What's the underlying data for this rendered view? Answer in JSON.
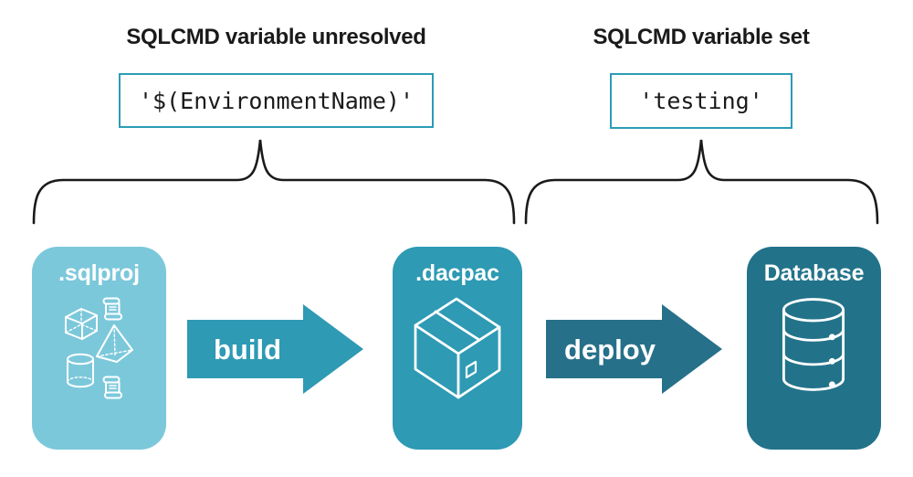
{
  "annotations": {
    "left": {
      "heading": "SQLCMD variable unresolved",
      "code": "'$(EnvironmentName)'"
    },
    "right": {
      "heading": "SQLCMD variable set",
      "code": "'testing'"
    }
  },
  "pipeline": {
    "nodes": [
      {
        "label": ".sqlproj",
        "color": "#7CC8DB",
        "icon": "sql-objects-icon"
      },
      {
        "label": ".dacpac",
        "color": "#2E9AB4",
        "icon": "package-icon"
      },
      {
        "label": "Database",
        "color": "#22738A",
        "icon": "database-icon"
      }
    ],
    "arrows": [
      {
        "label": "build",
        "color": "#2E9AB4"
      },
      {
        "label": "deploy",
        "color": "#26708A"
      }
    ]
  },
  "colors": {
    "background": "#FFFFFF",
    "text": "#1A1A1A",
    "brace": "#1A1A1A",
    "code_border": "#2B9CB5",
    "code_background": "#FFFFFF",
    "node_label": "#FFFFFF",
    "icon_stroke": "#FFFFFF"
  }
}
